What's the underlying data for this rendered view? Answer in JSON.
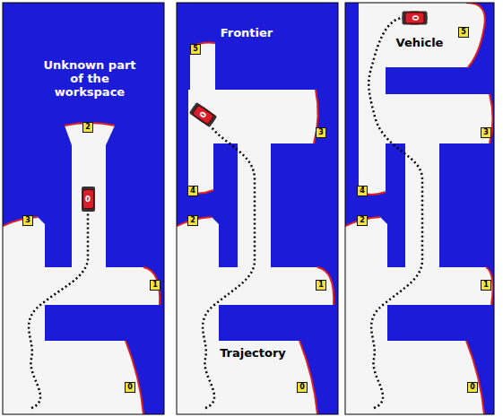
{
  "diagram": {
    "nodes": [
      {
        "text": [
          "2"
        ]
      },
      {
        "text": [
          "0"
        ]
      },
      {
        "text": [
          "3"
        ]
      },
      {
        "text": [
          "1"
        ]
      },
      {
        "text": [
          "0"
        ]
      },
      {
        "text": [
          "5"
        ]
      },
      {
        "text": [
          "0"
        ]
      },
      {
        "text": [
          "3"
        ]
      },
      {
        "text": [
          "4"
        ]
      },
      {
        "text": [
          "2"
        ]
      },
      {
        "text": [
          "1"
        ]
      },
      {
        "text": [
          "0"
        ]
      },
      {
        "text": [
          "0"
        ]
      },
      {
        "text": [
          "5"
        ]
      },
      {
        "text": [
          "3"
        ]
      },
      {
        "text": [
          "4"
        ]
      },
      {
        "text": [
          "2"
        ]
      },
      {
        "text": [
          "1"
        ]
      },
      {
        "text": [
          "0"
        ]
      }
    ],
    "labels": [
      "Unknown part of the workspace",
      "Frontier",
      "Trajectory",
      "Vehicle"
    ]
  }
}
